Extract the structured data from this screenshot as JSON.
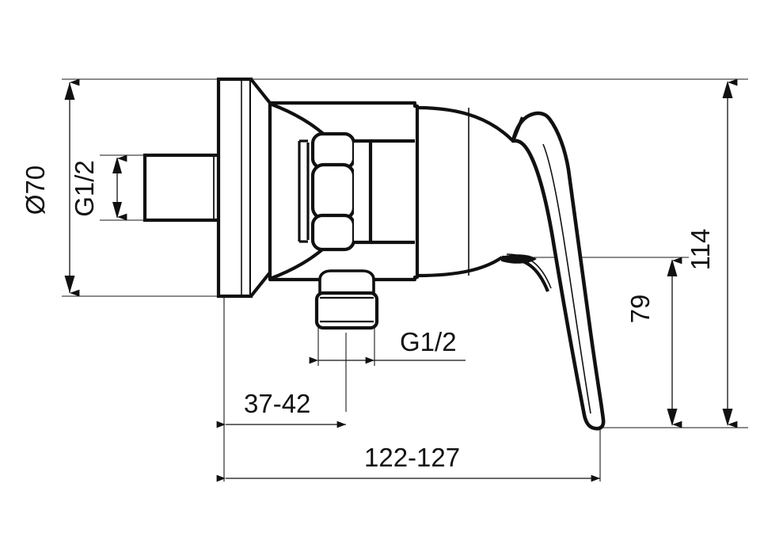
{
  "drawing": {
    "title": "Single-lever shower mixer wall-mounted dimensional drawing",
    "background_color": "#ffffff",
    "line_color": "#111111",
    "thin_line_color": "#1a1a1a",
    "view": "side elevation",
    "units": "mm"
  },
  "dimensions": {
    "diameter_flange": {
      "label": "Ø70",
      "orientation": "vertical",
      "position": "left-outer",
      "value": 70,
      "unit": "mm",
      "measures": "wall escutcheon flange diameter"
    },
    "inlet_thread": {
      "label": "G1/2",
      "orientation": "vertical",
      "position": "left-inner",
      "measures": "wall inlet connection thread size"
    },
    "outlet_thread": {
      "label": "G1/2",
      "orientation": "horizontal",
      "position": "bottom-upper",
      "measures": "bottom outlet connection thread size"
    },
    "wall_to_outlet": {
      "label": "37-42",
      "orientation": "horizontal",
      "position": "bottom-middle",
      "value_min": 37,
      "value_max": 42,
      "unit": "mm",
      "measures": "wall face to outlet centre"
    },
    "overall_projection": {
      "label": "122-127",
      "orientation": "horizontal",
      "position": "bottom-lower",
      "value_min": 122,
      "value_max": 127,
      "unit": "mm",
      "measures": "wall face to lever tip"
    },
    "height_to_underside": {
      "label": "79",
      "orientation": "vertical",
      "position": "right-inner",
      "value": 79,
      "unit": "mm",
      "measures": "body underside to lever tip"
    },
    "overall_height": {
      "label": "114",
      "orientation": "vertical",
      "position": "right-outer",
      "value": 114,
      "unit": "mm",
      "measures": "body top to lever tip"
    }
  },
  "parts": {
    "inlet_nipple": "inlet-nipple",
    "wall_flange": "wall-escutcheon-flange",
    "coupling_nut": "hex-coupling-nut",
    "body": "mixer-body",
    "outlet_spigot": "outlet-spigot",
    "lever": "lever-handle"
  }
}
